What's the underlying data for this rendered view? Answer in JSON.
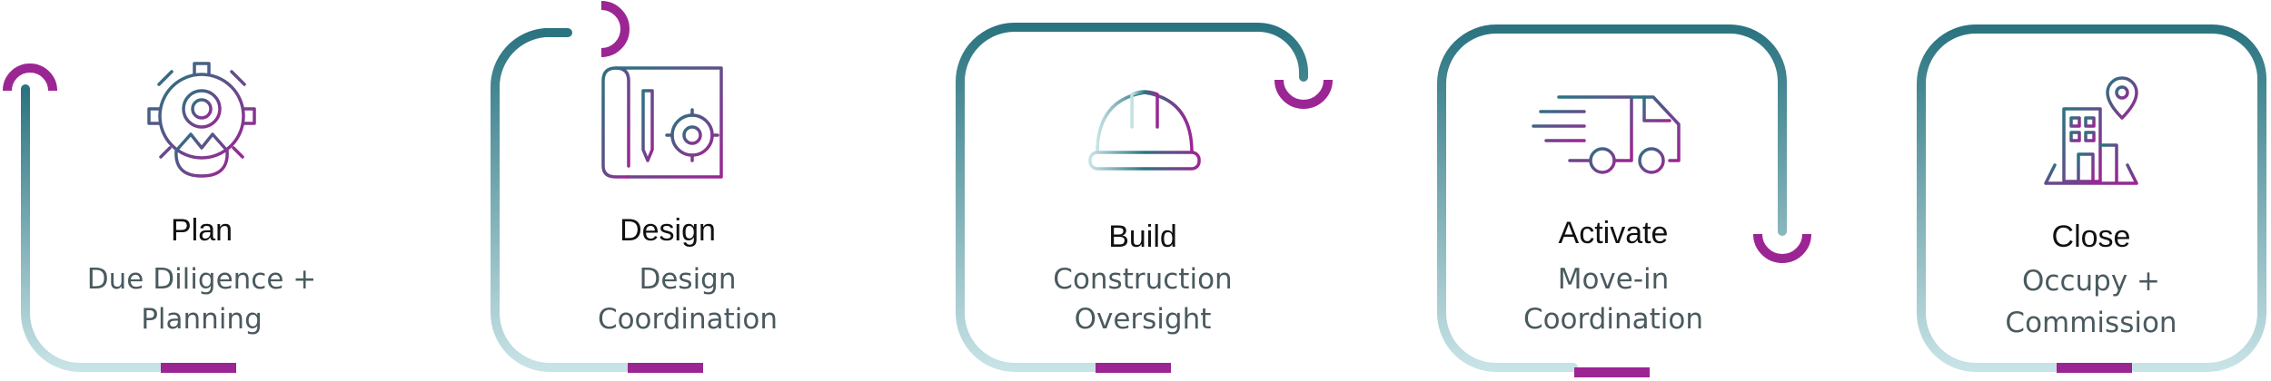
{
  "colors": {
    "teal_dark": "#2a7480",
    "teal_light": "#c8e3e6",
    "magenta": "#9c2594",
    "title": "#111111",
    "subtitle": "#4a5a5f"
  },
  "stages": [
    {
      "title": "Plan",
      "lines": [
        "Due Diligence +",
        "Planning"
      ],
      "icon": "gear-person-icon"
    },
    {
      "title": "Design",
      "lines": [
        "Design",
        "Coordination"
      ],
      "icon": "blueprint-gear-icon"
    },
    {
      "title": "Build",
      "lines": [
        "Construction",
        "Oversight"
      ],
      "icon": "hard-hat-icon"
    },
    {
      "title": "Activate",
      "lines": [
        "Move-in",
        "Coordination"
      ],
      "icon": "moving-truck-icon"
    },
    {
      "title": "Close",
      "lines": [
        "Occupy +",
        "Commission"
      ],
      "icon": "building-location-icon"
    }
  ]
}
